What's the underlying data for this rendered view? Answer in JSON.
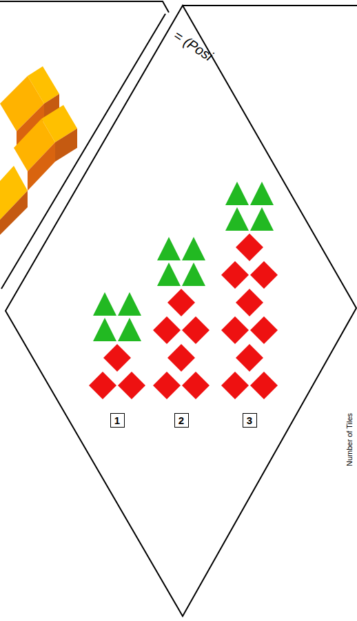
{
  "diagram": {
    "nodes": [
      {
        "text": [
          "1"
        ]
      },
      {
        "text": [
          "2"
        ]
      },
      {
        "text": [
          "3"
        ]
      }
    ],
    "labels": [
      "= (Posi",
      "Number of Tiles"
    ]
  }
}
